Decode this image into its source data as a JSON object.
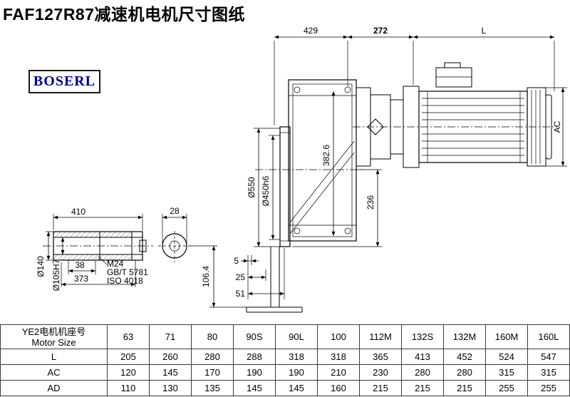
{
  "page": {
    "title": "FAF127R87减速机电机尺寸图纸",
    "logo_text": "BOSERL"
  },
  "drawing": {
    "dim_429": "429",
    "dim_272": "272",
    "dim_L": "L",
    "dim_AC": "AC",
    "dim_550": "Ø550",
    "dim_450": "Ø450h6",
    "dim_382_6": "382.6",
    "dim_236": "236",
    "dim_410": "410",
    "dim_28": "28",
    "dim_140": "Ø140",
    "dim_105": "Ø105H7",
    "dim_38": "38",
    "dim_373": "373",
    "thread_label": "M24",
    "standard_1": "GB/T 5781",
    "standard_2": "ISO 4018",
    "dim_106_4": "106.4",
    "dim_5": "5",
    "dim_25": "25",
    "dim_51": "51"
  },
  "table": {
    "row_header_line1": "YE2电机机座号",
    "row_header_line2": "Motor Size",
    "columns": [
      "63",
      "71",
      "80",
      "90S",
      "90L",
      "100",
      "112M",
      "132S",
      "132M",
      "160M",
      "160L"
    ],
    "rows": [
      {
        "label": "L",
        "values": [
          "205",
          "260",
          "280",
          "288",
          "318",
          "318",
          "365",
          "413",
          "452",
          "524",
          "547"
        ]
      },
      {
        "label": "AC",
        "values": [
          "120",
          "145",
          "170",
          "190",
          "190",
          "210",
          "230",
          "280",
          "280",
          "315",
          "315"
        ]
      },
      {
        "label": "AD",
        "values": [
          "110",
          "130",
          "135",
          "145",
          "145",
          "160",
          "215",
          "215",
          "215",
          "255",
          "255"
        ]
      }
    ]
  }
}
